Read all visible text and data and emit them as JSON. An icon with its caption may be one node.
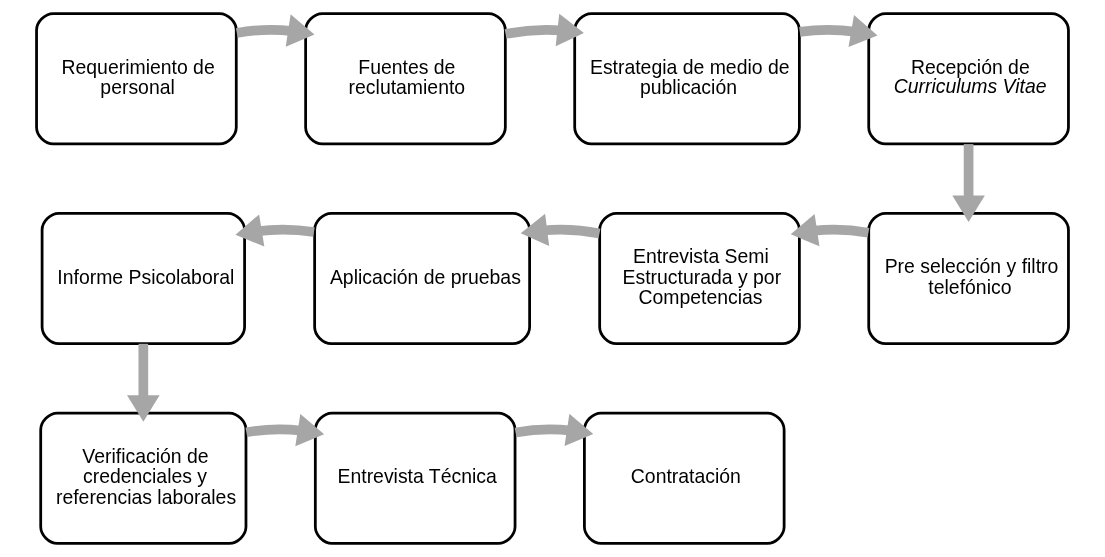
{
  "diagram": {
    "nodes": [
      {
        "text": [
          "Requerimiento de personal"
        ]
      },
      {
        "text": [
          "Fuentes de reclutamiento"
        ]
      },
      {
        "text": [
          "Estrategia de medio de publicación"
        ]
      },
      {
        "text": [
          "Recepción de *Curriculums Vitae*"
        ]
      },
      {
        "text": [
          "Pre selección y filtro telefónico"
        ]
      },
      {
        "text": [
          "Entrevista Semi Estructurada y por Competencias"
        ]
      },
      {
        "text": [
          "Aplicación de pruebas"
        ]
      },
      {
        "text": [
          "Informe Psicolaboral"
        ]
      },
      {
        "text": [
          "Verificación de credenciales y referencias laborales"
        ]
      },
      {
        "text": [
          "Entrevista Técnica"
        ]
      },
      {
        "text": [
          "Contratación"
        ]
      }
    ],
    "edges": [
      {
        "from": 0,
        "to": 1,
        "arrow": "to"
      },
      {
        "from": 1,
        "to": 2,
        "arrow": "to"
      },
      {
        "from": 2,
        "to": 3,
        "arrow": "to"
      },
      {
        "from": 3,
        "to": 4,
        "arrow": "to"
      },
      {
        "from": 4,
        "to": 5,
        "arrow": "to"
      },
      {
        "from": 5,
        "to": 6,
        "arrow": "to"
      },
      {
        "from": 6,
        "to": 7,
        "arrow": "to"
      },
      {
        "from": 7,
        "to": 8,
        "arrow": "to"
      },
      {
        "from": 8,
        "to": 9,
        "arrow": "to"
      },
      {
        "from": 9,
        "to": 10,
        "arrow": "to"
      }
    ]
  }
}
